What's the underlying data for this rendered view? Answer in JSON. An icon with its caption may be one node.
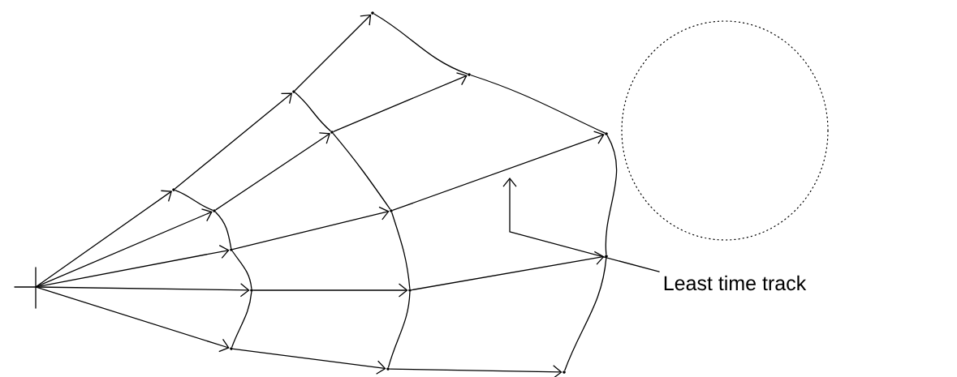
{
  "diagram": {
    "nodes": [
      {
        "text": [],
        "shape": "cross"
      },
      {
        "text": [],
        "shape": "point"
      },
      {
        "text": [],
        "shape": "point"
      },
      {
        "text": [],
        "shape": "point"
      },
      {
        "text": [],
        "shape": "point"
      },
      {
        "text": [],
        "shape": "point"
      },
      {
        "text": [],
        "shape": "point"
      },
      {
        "text": [],
        "shape": "point"
      },
      {
        "text": [],
        "shape": "point"
      },
      {
        "text": [],
        "shape": "point"
      },
      {
        "text": [],
        "shape": "point"
      },
      {
        "text": [],
        "shape": "point"
      },
      {
        "text": [],
        "shape": "point"
      },
      {
        "text": [],
        "shape": "point"
      },
      {
        "text": [],
        "shape": "point"
      },
      {
        "text": [],
        "shape": "point"
      },
      {
        "text": [
          "Least time track"
        ]
      },
      {
        "text": [],
        "shape": "circle"
      }
    ],
    "edges": [
      {
        "from": 0,
        "to": 1,
        "arrow": "to"
      },
      {
        "from": 0,
        "to": 2,
        "arrow": "to"
      },
      {
        "from": 0,
        "to": 3,
        "arrow": "to"
      },
      {
        "from": 0,
        "to": 4,
        "arrow": "to"
      },
      {
        "from": 0,
        "to": 5,
        "arrow": "to"
      },
      {
        "from": 1,
        "to": 6,
        "arrow": "to"
      },
      {
        "from": 2,
        "to": 7,
        "arrow": "to"
      },
      {
        "from": 3,
        "to": 8,
        "arrow": "to"
      },
      {
        "from": 4,
        "to": 9,
        "arrow": "to"
      },
      {
        "from": 5,
        "to": 10,
        "arrow": "to"
      },
      {
        "from": 6,
        "to": 11,
        "arrow": "to"
      },
      {
        "from": 7,
        "to": 12,
        "arrow": "to"
      },
      {
        "from": 8,
        "to": 13,
        "arrow": "to"
      },
      {
        "from": 9,
        "to": 14,
        "arrow": "to"
      },
      {
        "from": 10,
        "to": 15,
        "arrow": "to"
      },
      {
        "from": 1,
        "to": 2,
        "arrow": "none"
      },
      {
        "from": 2,
        "to": 3,
        "arrow": "none"
      },
      {
        "from": 3,
        "to": 4,
        "arrow": "none"
      },
      {
        "from": 4,
        "to": 5,
        "arrow": "none"
      },
      {
        "from": 6,
        "to": 7,
        "arrow": "none"
      },
      {
        "from": 7,
        "to": 8,
        "arrow": "none"
      },
      {
        "from": 8,
        "to": 9,
        "arrow": "none"
      },
      {
        "from": 9,
        "to": 10,
        "arrow": "none"
      },
      {
        "from": 11,
        "to": 12,
        "arrow": "none"
      },
      {
        "from": 12,
        "to": 13,
        "arrow": "none"
      },
      {
        "from": 13,
        "to": 14,
        "arrow": "none"
      },
      {
        "from": 14,
        "to": 15,
        "arrow": "none"
      },
      {
        "from": 16,
        "to": null,
        "arrow": "to"
      }
    ]
  }
}
